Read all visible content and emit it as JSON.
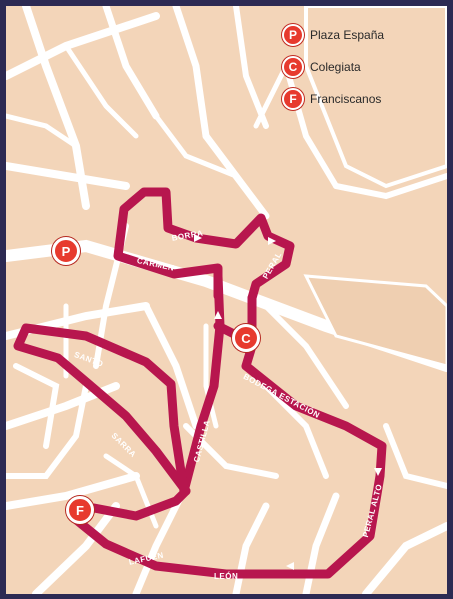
{
  "colors": {
    "frame": "#2c2a53",
    "land": "#f3d5b9",
    "street": "#ffffff",
    "route": "#b7164e",
    "marker": "#e73a2e"
  },
  "legend": [
    {
      "letter": "P",
      "label": "Plaza España"
    },
    {
      "letter": "C",
      "label": "Colegiata"
    },
    {
      "letter": "F",
      "label": "Franciscanos"
    }
  ],
  "markers": {
    "plaza": "P",
    "colegiata": "C",
    "franciscanos": "F"
  },
  "streets": {
    "carmen": "CARMEN",
    "peral": "PERAL",
    "borra": "BORRA",
    "santo": "SANTO",
    "sarra": "SARRA",
    "castilla": "CASTILLA",
    "bodega": "BODEGA ESTACIÓN",
    "peral_alto": "PERAL ALTO",
    "lafuen": "LAFUEN",
    "leon": "LEÓN"
  }
}
